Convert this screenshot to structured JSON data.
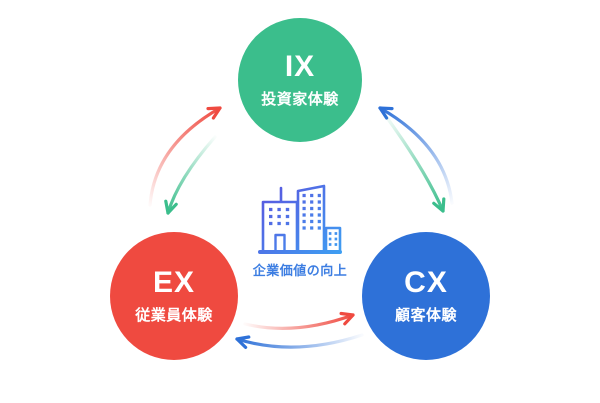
{
  "page": {
    "background": "#ffffff"
  },
  "diagram": {
    "center": {
      "icon": "building-icon",
      "caption": "企業価値の向上",
      "caption_color": "#3D7EE2",
      "icon_gradient": [
        "#5A55DF",
        "#3E9EF2"
      ]
    },
    "nodes": [
      {
        "id": "ix",
        "label": "IX",
        "sublabel": "投資家体験",
        "color": "#3BBE8C",
        "text_color": "#ffffff"
      },
      {
        "id": "ex",
        "label": "EX",
        "sublabel": "従業員体験",
        "color": "#EF4A40",
        "text_color": "#ffffff"
      },
      {
        "id": "cx",
        "label": "CX",
        "sublabel": "顧客体験",
        "color": "#2E71D8",
        "text_color": "#ffffff"
      }
    ],
    "arrows": [
      {
        "from": "ex",
        "to": "ix",
        "color": "#EF4A40"
      },
      {
        "from": "ix",
        "to": "ex",
        "color": "#3BBE8C"
      },
      {
        "from": "cx",
        "to": "ix",
        "color": "#2E71D8"
      },
      {
        "from": "ix",
        "to": "cx",
        "color": "#3BBE8C"
      },
      {
        "from": "ex",
        "to": "cx",
        "color": "#EF4A40"
      },
      {
        "from": "cx",
        "to": "ex",
        "color": "#2E71D8"
      }
    ]
  }
}
